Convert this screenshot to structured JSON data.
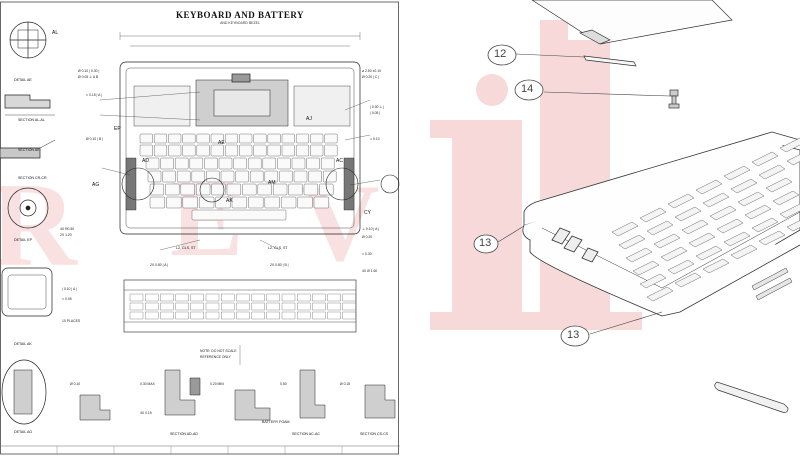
{
  "left": {
    "title": "KEYBOARD AND BATTERY",
    "subtitle": "AND KEYBOARD BEZEL",
    "section_labels": {
      "al": "SECTION AL-AL",
      "cr": "SECTION CR-CR",
      "ad": "SECTION AD-AD",
      "ac": "SECTION AC-AC",
      "cs": "SECTION CS-CS"
    },
    "detail_labels": {
      "ae": "DETAIL AE",
      "ep": "DETAIL EP",
      "ak": "DETAIL AK",
      "ag": "DETAIL AG"
    },
    "view_labels": {
      "ae": "AE",
      "ep": "EP",
      "ag": "AG",
      "ad": "AD",
      "ac": "AC",
      "aj": "AJ",
      "am": "AM",
      "ak": "AK",
      "cy": "CY",
      "al": "AL"
    },
    "notes": {
      "battery_foam": "BATTERY FOAM",
      "pattern_a": "L2, CLS, ST",
      "pattern_b": "L2, CLS, ST",
      "section_ae_label": "SECTION AE"
    }
  },
  "right": {
    "callouts": {
      "c12": "12",
      "c14": "14",
      "c13a": "13",
      "c13b": "13"
    }
  },
  "colors": {
    "line": "#2a2a2a",
    "watermark": "#f3c4c4",
    "hatch": "#9a9a9a",
    "paper": "#ffffff"
  }
}
